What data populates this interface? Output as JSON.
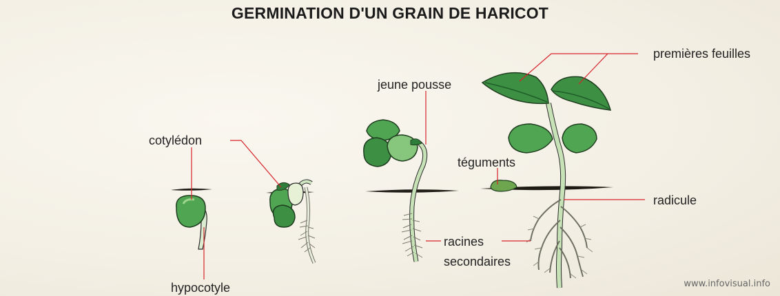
{
  "title": "GERMINATION D'UN GRAIN DE HARICOT",
  "labels": {
    "cotyledon": "cotylédon",
    "hypocotyle": "hypocotyle",
    "jeune_pousse": "jeune pousse",
    "teguments": "téguments",
    "premieres_feuilles": "premières feuilles",
    "radicule": "radicule",
    "racines_line1": "racines",
    "racines_line2": "secondaires"
  },
  "credit": "www.infovisual.info",
  "colors": {
    "leader_line": "#d6232a",
    "leaf_dark": "#2f7d3a",
    "leaf_mid": "#4fa552",
    "leaf_light": "#86c77d",
    "stem": "#b9dca9",
    "root": "#8a8a7a",
    "soil": "#1e1a14"
  }
}
